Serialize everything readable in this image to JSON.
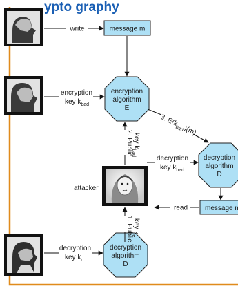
{
  "header": {
    "title_fragment": "ypto graphy"
  },
  "colors": {
    "frame": "#e08b1c",
    "node_fill": "#aee0f5",
    "node_stroke": "#222222",
    "title": "#1a5fb4"
  },
  "boxes": {
    "top_message": "message m",
    "bottom_message": "message m"
  },
  "nodes": {
    "encryption": {
      "line1": "encryption",
      "line2": "algorithm",
      "line3": "E"
    },
    "decryption_right": {
      "line1": "decryption",
      "line2": "algorithm",
      "line3": "D"
    },
    "decryption_bottom": {
      "line1": "decryption",
      "line2": "algorithm",
      "line3": "D"
    }
  },
  "labels": {
    "write": "write",
    "read": "read",
    "enc_key_line1": "encryption",
    "enc_key_line2": "key k",
    "enc_key_sub": "bad",
    "dec_key_right_line1": "decryption",
    "dec_key_right_line2": "key k",
    "dec_key_right_sub": "bad",
    "dec_key_bottom_line1": "decryption",
    "dec_key_bottom_line2": "key k",
    "dec_key_bottom_sub": "d",
    "attacker": "attacker",
    "public_key_2_line1": "2. Public",
    "public_key_2_line2": "key k",
    "public_key_2_sub": "bad",
    "public_key_1_line1": "1. Public",
    "public_key_1_line2": "key k",
    "public_key_1_sub": "e",
    "cipher_prefix": "3. E(k",
    "cipher_sub": "bad",
    "cipher_suffix": ")(m)"
  }
}
